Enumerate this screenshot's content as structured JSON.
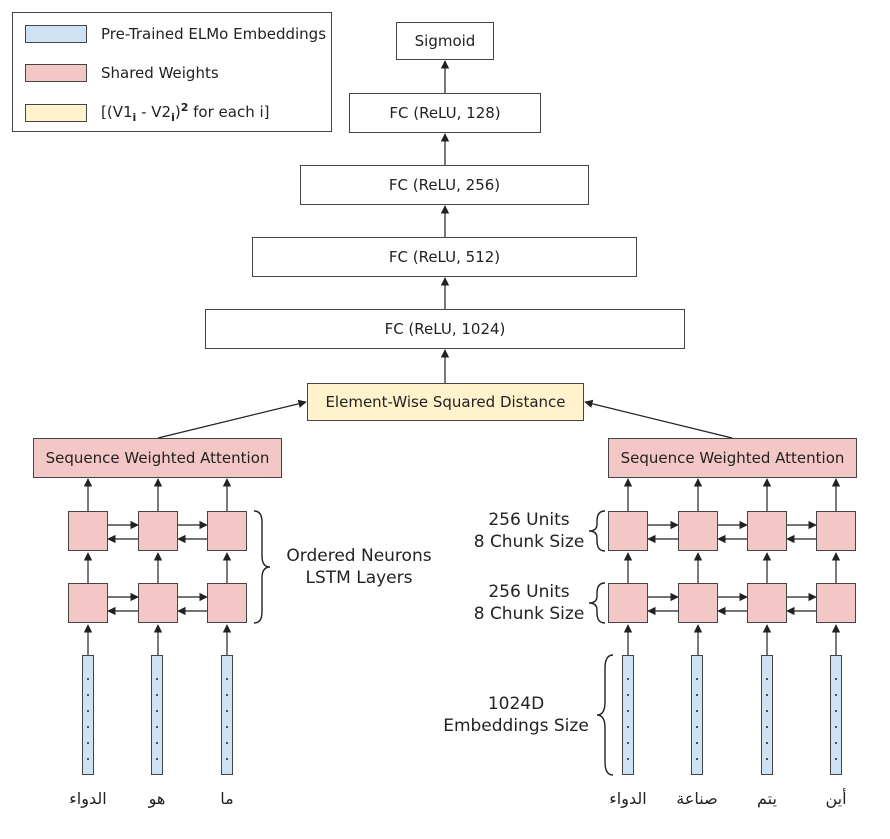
{
  "legend": {
    "items": [
      {
        "label": "Pre-Trained ELMo Embeddings",
        "color": "#cfe2f3"
      },
      {
        "label": "Shared Weights",
        "color": "#f4c7c7"
      }
    ],
    "formula": {
      "open": "[(V1",
      "sub1": "i",
      "mid": " - V2",
      "sub2": "i",
      "close": ")",
      "sup": "2",
      "tail": " for each i]",
      "color": "#fff2cc"
    }
  },
  "stack": {
    "sigmoid": "Sigmoid",
    "fc128": "FC (ReLU, 128)",
    "fc256": "FC (ReLU, 256)",
    "fc512": "FC (ReLU, 512)",
    "fc1024": "FC (ReLU, 1024)",
    "distance": "Element-Wise Squared Distance"
  },
  "left": {
    "attention": "Sequence Weighted Attention",
    "lstm_label_line1": "Ordered Neurons",
    "lstm_label_line2": "LSTM Layers",
    "words": [
      "الدواء",
      "هو",
      "ما"
    ]
  },
  "right": {
    "attention": "Sequence Weighted Attention",
    "layer2_line1": "256 Units",
    "layer2_line2": "8 Chunk Size",
    "layer1_line1": "256 Units",
    "layer1_line2": "8 Chunk Size",
    "emb_line1": "1024D",
    "emb_line2": "Embeddings Size",
    "words": [
      "الدواء",
      "صناعة",
      "يتم",
      "أين"
    ]
  }
}
